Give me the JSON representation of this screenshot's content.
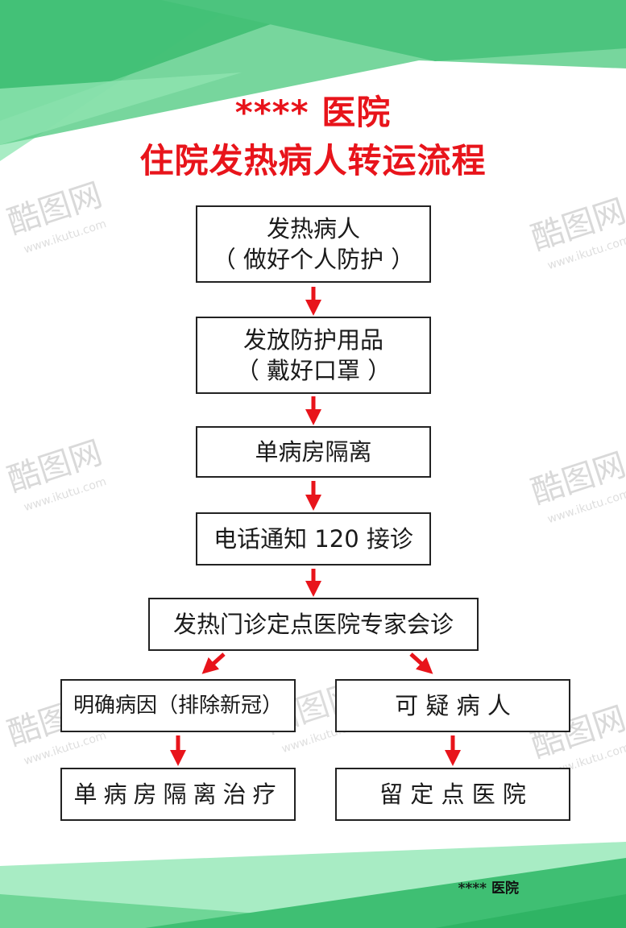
{
  "title": {
    "line1": "**** 医院",
    "line2": "住院发热病人转运流程"
  },
  "flow": {
    "step1": {
      "line1": "发热病人",
      "line2": "（ 做好个人防护 ）"
    },
    "step2": {
      "line1": "发放防护用品",
      "line2": "（ 戴好口罩 ）"
    },
    "step3": "单病房隔离",
    "step4": "电话通知 120 接诊",
    "step5": "发热门诊定点医院专家会诊",
    "left_branch": {
      "diagnosis": "明确病因（排除新冠）",
      "action": "单病房隔离治疗"
    },
    "right_branch": {
      "diagnosis": "可 疑 病 人",
      "action": "留 定 点 医 院"
    }
  },
  "footer": "**** 医院",
  "watermark": {
    "brand": "酷图网",
    "url": "www.ikutu.com"
  },
  "colors": {
    "title": "#e8141b",
    "arrow": "#e8141b",
    "green_dark": "#3fbf73",
    "green_light": "#8fe3b0",
    "box_border": "#222222"
  }
}
